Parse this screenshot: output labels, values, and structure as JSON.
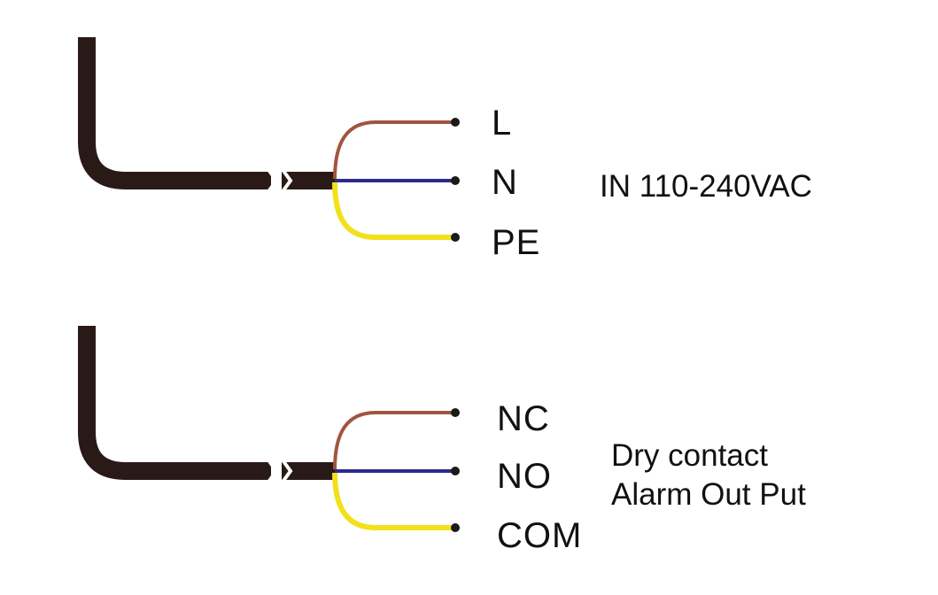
{
  "colors": {
    "cable": "#2a1a17",
    "brown": "#a0553f",
    "blue": "#2b2a8c",
    "yellow": "#f2e11a",
    "terminal": "#1a1a1a"
  },
  "power_cable": {
    "wires": [
      {
        "label": "L",
        "color": "brown"
      },
      {
        "label": "N",
        "color": "blue"
      },
      {
        "label": "PE",
        "color": "yellow"
      }
    ],
    "description": "IN 110-240VAC"
  },
  "alarm_cable": {
    "wires": [
      {
        "label": "NC",
        "color": "brown"
      },
      {
        "label": "NO",
        "color": "blue"
      },
      {
        "label": "COM",
        "color": "yellow"
      }
    ],
    "description_line1": "Dry contact",
    "description_line2": "Alarm Out Put"
  }
}
